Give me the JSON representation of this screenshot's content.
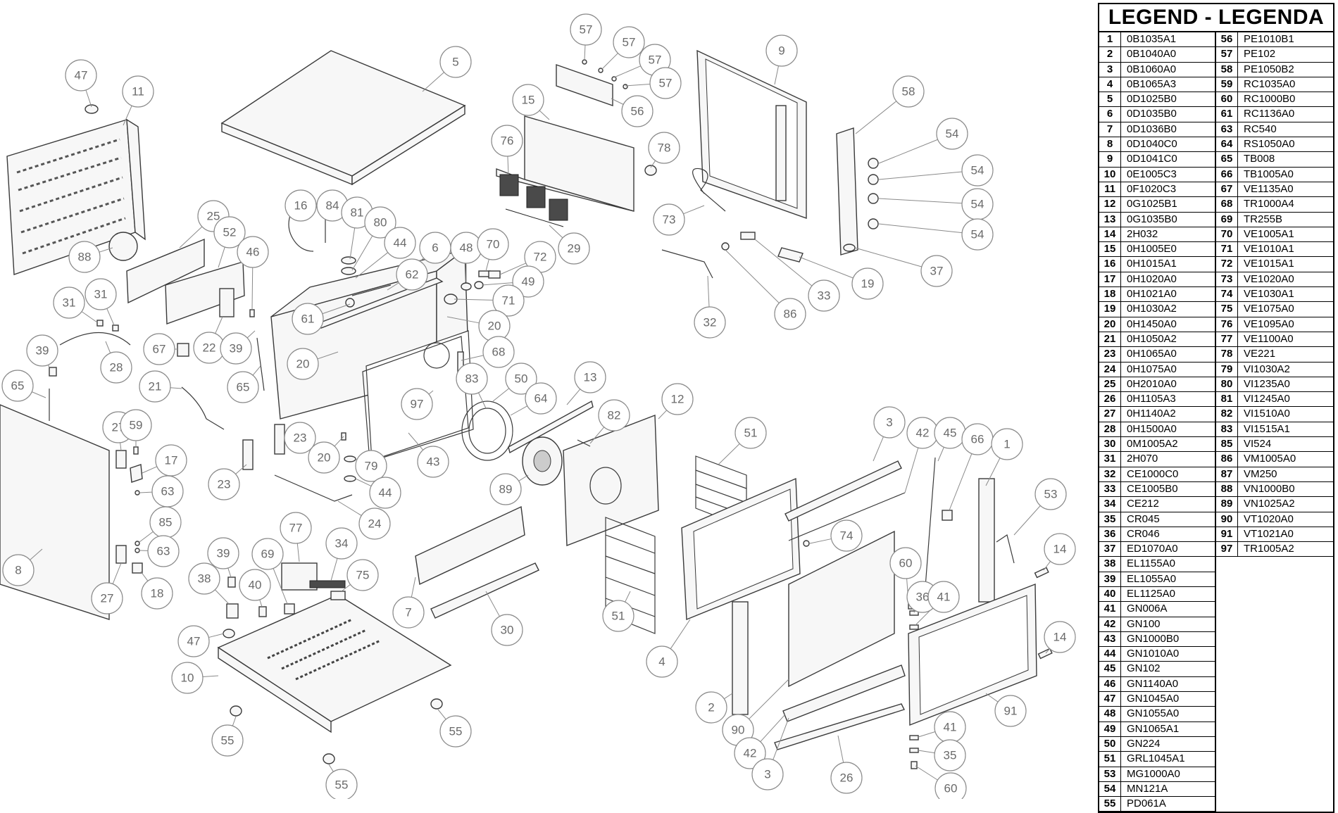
{
  "legend": {
    "title": "LEGEND - LEGENDA",
    "left_rows": [
      {
        "num": "1",
        "code": "0B1035A1"
      },
      {
        "num": "2",
        "code": "0B1040A0"
      },
      {
        "num": "3",
        "code": "0B1060A0"
      },
      {
        "num": "4",
        "code": "0B1065A3"
      },
      {
        "num": "5",
        "code": "0D1025B0"
      },
      {
        "num": "6",
        "code": "0D1035B0"
      },
      {
        "num": "7",
        "code": "0D1036B0"
      },
      {
        "num": "8",
        "code": "0D1040C0"
      },
      {
        "num": "9",
        "code": "0D1041C0"
      },
      {
        "num": "10",
        "code": "0E1005C3"
      },
      {
        "num": "11",
        "code": "0F1020C3"
      },
      {
        "num": "12",
        "code": "0G1025B1"
      },
      {
        "num": "13",
        "code": "0G1035B0"
      },
      {
        "num": "14",
        "code": "2H032"
      },
      {
        "num": "15",
        "code": "0H1005E0"
      },
      {
        "num": "16",
        "code": "0H1015A1"
      },
      {
        "num": "17",
        "code": "0H1020A0"
      },
      {
        "num": "18",
        "code": "0H1021A0"
      },
      {
        "num": "19",
        "code": "0H1030A2"
      },
      {
        "num": "20",
        "code": "0H1450A0"
      },
      {
        "num": "21",
        "code": "0H1050A2"
      },
      {
        "num": "23",
        "code": "0H1065A0"
      },
      {
        "num": "24",
        "code": "0H1075A0"
      },
      {
        "num": "25",
        "code": "0H2010A0"
      },
      {
        "num": "26",
        "code": "0H1105A3"
      },
      {
        "num": "27",
        "code": "0H1140A2"
      },
      {
        "num": "28",
        "code": "0H1500A0"
      },
      {
        "num": "30",
        "code": "0M1005A2"
      },
      {
        "num": "31",
        "code": "2H070"
      },
      {
        "num": "32",
        "code": "CE1000C0"
      },
      {
        "num": "33",
        "code": "CE1005B0"
      },
      {
        "num": "34",
        "code": "CE212"
      },
      {
        "num": "35",
        "code": "CR045"
      },
      {
        "num": "36",
        "code": "CR046"
      },
      {
        "num": "37",
        "code": "ED1070A0"
      },
      {
        "num": "38",
        "code": "EL1155A0"
      },
      {
        "num": "39",
        "code": "EL1055A0"
      },
      {
        "num": "40",
        "code": "EL1125A0"
      },
      {
        "num": "41",
        "code": "GN006A"
      },
      {
        "num": "42",
        "code": "GN100"
      },
      {
        "num": "43",
        "code": "GN1000B0"
      },
      {
        "num": "44",
        "code": "GN1010A0"
      },
      {
        "num": "45",
        "code": "GN102"
      },
      {
        "num": "46",
        "code": "GN1140A0"
      },
      {
        "num": "47",
        "code": "GN1045A0"
      },
      {
        "num": "48",
        "code": "GN1055A0"
      },
      {
        "num": "49",
        "code": "GN1065A1"
      },
      {
        "num": "50",
        "code": "GN224"
      },
      {
        "num": "51",
        "code": "GRL1045A1"
      },
      {
        "num": "53",
        "code": "MG1000A0"
      },
      {
        "num": "54",
        "code": "MN121A"
      },
      {
        "num": "55",
        "code": "PD061A"
      }
    ],
    "right_rows": [
      {
        "num": "56",
        "code": "PE1010B1"
      },
      {
        "num": "57",
        "code": "PE102"
      },
      {
        "num": "58",
        "code": "PE1050B2"
      },
      {
        "num": "59",
        "code": "RC1035A0"
      },
      {
        "num": "60",
        "code": "RC1000B0"
      },
      {
        "num": "61",
        "code": "RC1136A0"
      },
      {
        "num": "63",
        "code": "RC540"
      },
      {
        "num": "64",
        "code": "RS1050A0"
      },
      {
        "num": "65",
        "code": "TB008"
      },
      {
        "num": "66",
        "code": "TB1005A0"
      },
      {
        "num": "67",
        "code": "VE1135A0"
      },
      {
        "num": "68",
        "code": "TR1000A4"
      },
      {
        "num": "69",
        "code": "TR255B"
      },
      {
        "num": "70",
        "code": "VE1005A1"
      },
      {
        "num": "71",
        "code": "VE1010A1"
      },
      {
        "num": "72",
        "code": "VE1015A1"
      },
      {
        "num": "73",
        "code": "VE1020A0"
      },
      {
        "num": "74",
        "code": "VE1030A1"
      },
      {
        "num": "75",
        "code": "VE1075A0"
      },
      {
        "num": "76",
        "code": "VE1095A0"
      },
      {
        "num": "77",
        "code": "VE1100A0"
      },
      {
        "num": "78",
        "code": "VE221"
      },
      {
        "num": "79",
        "code": "VI1030A2"
      },
      {
        "num": "80",
        "code": "VI1235A0"
      },
      {
        "num": "81",
        "code": "VI1245A0"
      },
      {
        "num": "82",
        "code": "VI1510A0"
      },
      {
        "num": "83",
        "code": "VI1515A1"
      },
      {
        "num": "85",
        "code": "VI524"
      },
      {
        "num": "86",
        "code": "VM1005A0"
      },
      {
        "num": "87",
        "code": "VM250"
      },
      {
        "num": "88",
        "code": "VN1000B0"
      },
      {
        "num": "89",
        "code": "VN1025A2"
      },
      {
        "num": "90",
        "code": "VT1020A0"
      },
      {
        "num": "91",
        "code": "VT1021A0"
      },
      {
        "num": "97",
        "code": "TR1005A2"
      }
    ]
  },
  "callouts": [
    {
      "label": "47"
    },
    {
      "label": "11"
    },
    {
      "label": "5"
    },
    {
      "label": "57"
    },
    {
      "label": "57"
    },
    {
      "label": "57"
    },
    {
      "label": "57"
    },
    {
      "label": "56"
    },
    {
      "label": "15"
    },
    {
      "label": "76"
    },
    {
      "label": "78"
    },
    {
      "label": "29"
    },
    {
      "label": "9"
    },
    {
      "label": "58"
    },
    {
      "label": "54"
    },
    {
      "label": "54"
    },
    {
      "label": "54"
    },
    {
      "label": "54"
    },
    {
      "label": "37"
    },
    {
      "label": "19"
    },
    {
      "label": "33"
    },
    {
      "label": "86"
    },
    {
      "label": "32"
    },
    {
      "label": "73"
    },
    {
      "label": "88"
    },
    {
      "label": "25"
    },
    {
      "label": "52"
    },
    {
      "label": "16"
    },
    {
      "label": "84"
    },
    {
      "label": "81"
    },
    {
      "label": "80"
    },
    {
      "label": "44"
    },
    {
      "label": "6"
    },
    {
      "label": "48"
    },
    {
      "label": "70"
    },
    {
      "label": "72"
    },
    {
      "label": "49"
    },
    {
      "label": "71"
    },
    {
      "label": "62"
    },
    {
      "label": "61"
    },
    {
      "label": "46"
    },
    {
      "label": "31"
    },
    {
      "label": "31"
    },
    {
      "label": "28"
    },
    {
      "label": "67"
    },
    {
      "label": "22"
    },
    {
      "label": "39"
    },
    {
      "label": "65"
    },
    {
      "label": "20"
    },
    {
      "label": "20"
    },
    {
      "label": "68"
    },
    {
      "label": "39"
    },
    {
      "label": "21"
    },
    {
      "label": "65"
    },
    {
      "label": "83"
    },
    {
      "label": "50"
    },
    {
      "label": "64"
    },
    {
      "label": "97"
    },
    {
      "label": "13"
    },
    {
      "label": "12"
    },
    {
      "label": "82"
    },
    {
      "label": "89"
    },
    {
      "label": "43"
    },
    {
      "label": "20"
    },
    {
      "label": "79"
    },
    {
      "label": "44"
    },
    {
      "label": "24"
    },
    {
      "label": "23"
    },
    {
      "label": "23"
    },
    {
      "label": "27"
    },
    {
      "label": "59"
    },
    {
      "label": "17"
    },
    {
      "label": "63"
    },
    {
      "label": "8"
    },
    {
      "label": "85"
    },
    {
      "label": "63"
    },
    {
      "label": "27"
    },
    {
      "label": "18"
    },
    {
      "label": "77"
    },
    {
      "label": "34"
    },
    {
      "label": "39"
    },
    {
      "label": "69"
    },
    {
      "label": "75"
    },
    {
      "label": "38"
    },
    {
      "label": "40"
    },
    {
      "label": "47"
    },
    {
      "label": "10"
    },
    {
      "label": "55"
    },
    {
      "label": "55"
    },
    {
      "label": "55"
    },
    {
      "label": "7"
    },
    {
      "label": "30"
    },
    {
      "label": "51"
    },
    {
      "label": "51"
    },
    {
      "label": "3"
    },
    {
      "label": "42"
    },
    {
      "label": "45"
    },
    {
      "label": "66"
    },
    {
      "label": "1"
    },
    {
      "label": "53"
    },
    {
      "label": "74"
    },
    {
      "label": "60"
    },
    {
      "label": "36"
    },
    {
      "label": "41"
    },
    {
      "label": "14"
    },
    {
      "label": "14"
    },
    {
      "label": "4"
    },
    {
      "label": "2"
    },
    {
      "label": "90"
    },
    {
      "label": "42"
    },
    {
      "label": "3"
    },
    {
      "label": "26"
    },
    {
      "label": "41"
    },
    {
      "label": "35"
    },
    {
      "label": "60"
    },
    {
      "label": "91"
    }
  ]
}
